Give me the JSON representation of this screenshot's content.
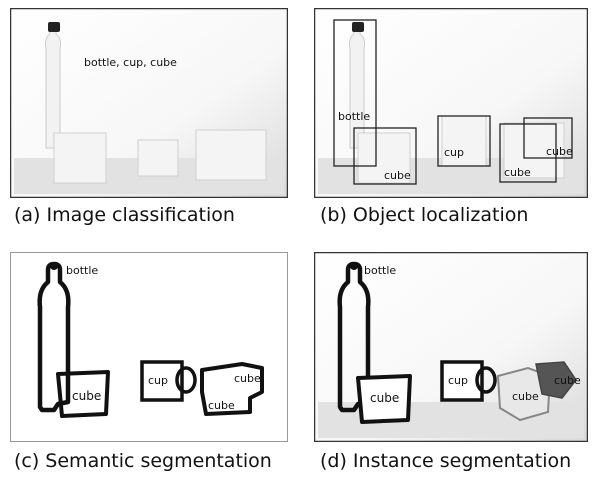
{
  "panels": {
    "a": {
      "caption": "(a) Image classification",
      "class_list": "bottle, cup, cube"
    },
    "b": {
      "caption": "(b) Object localization",
      "labels": {
        "bottle": "bottle",
        "cube1": "cube",
        "cup": "cup",
        "cube2": "cube",
        "cube3": "cube"
      }
    },
    "c": {
      "caption": "(c) Semantic segmentation",
      "labels": {
        "bottle": "bottle",
        "cube1": "cube",
        "cup": "cup",
        "cube2": "cube",
        "cube3": "cube"
      }
    },
    "d": {
      "caption": "(d) Instance segmentation",
      "labels": {
        "bottle": "bottle",
        "cube1": "cube",
        "cup": "cup",
        "cube2": "cube",
        "cube3": "cube"
      }
    }
  },
  "colors": {
    "outline": "#111111",
    "photo_bg": "#eeeeee",
    "dark_fill": "#555555",
    "box": "#222222"
  }
}
